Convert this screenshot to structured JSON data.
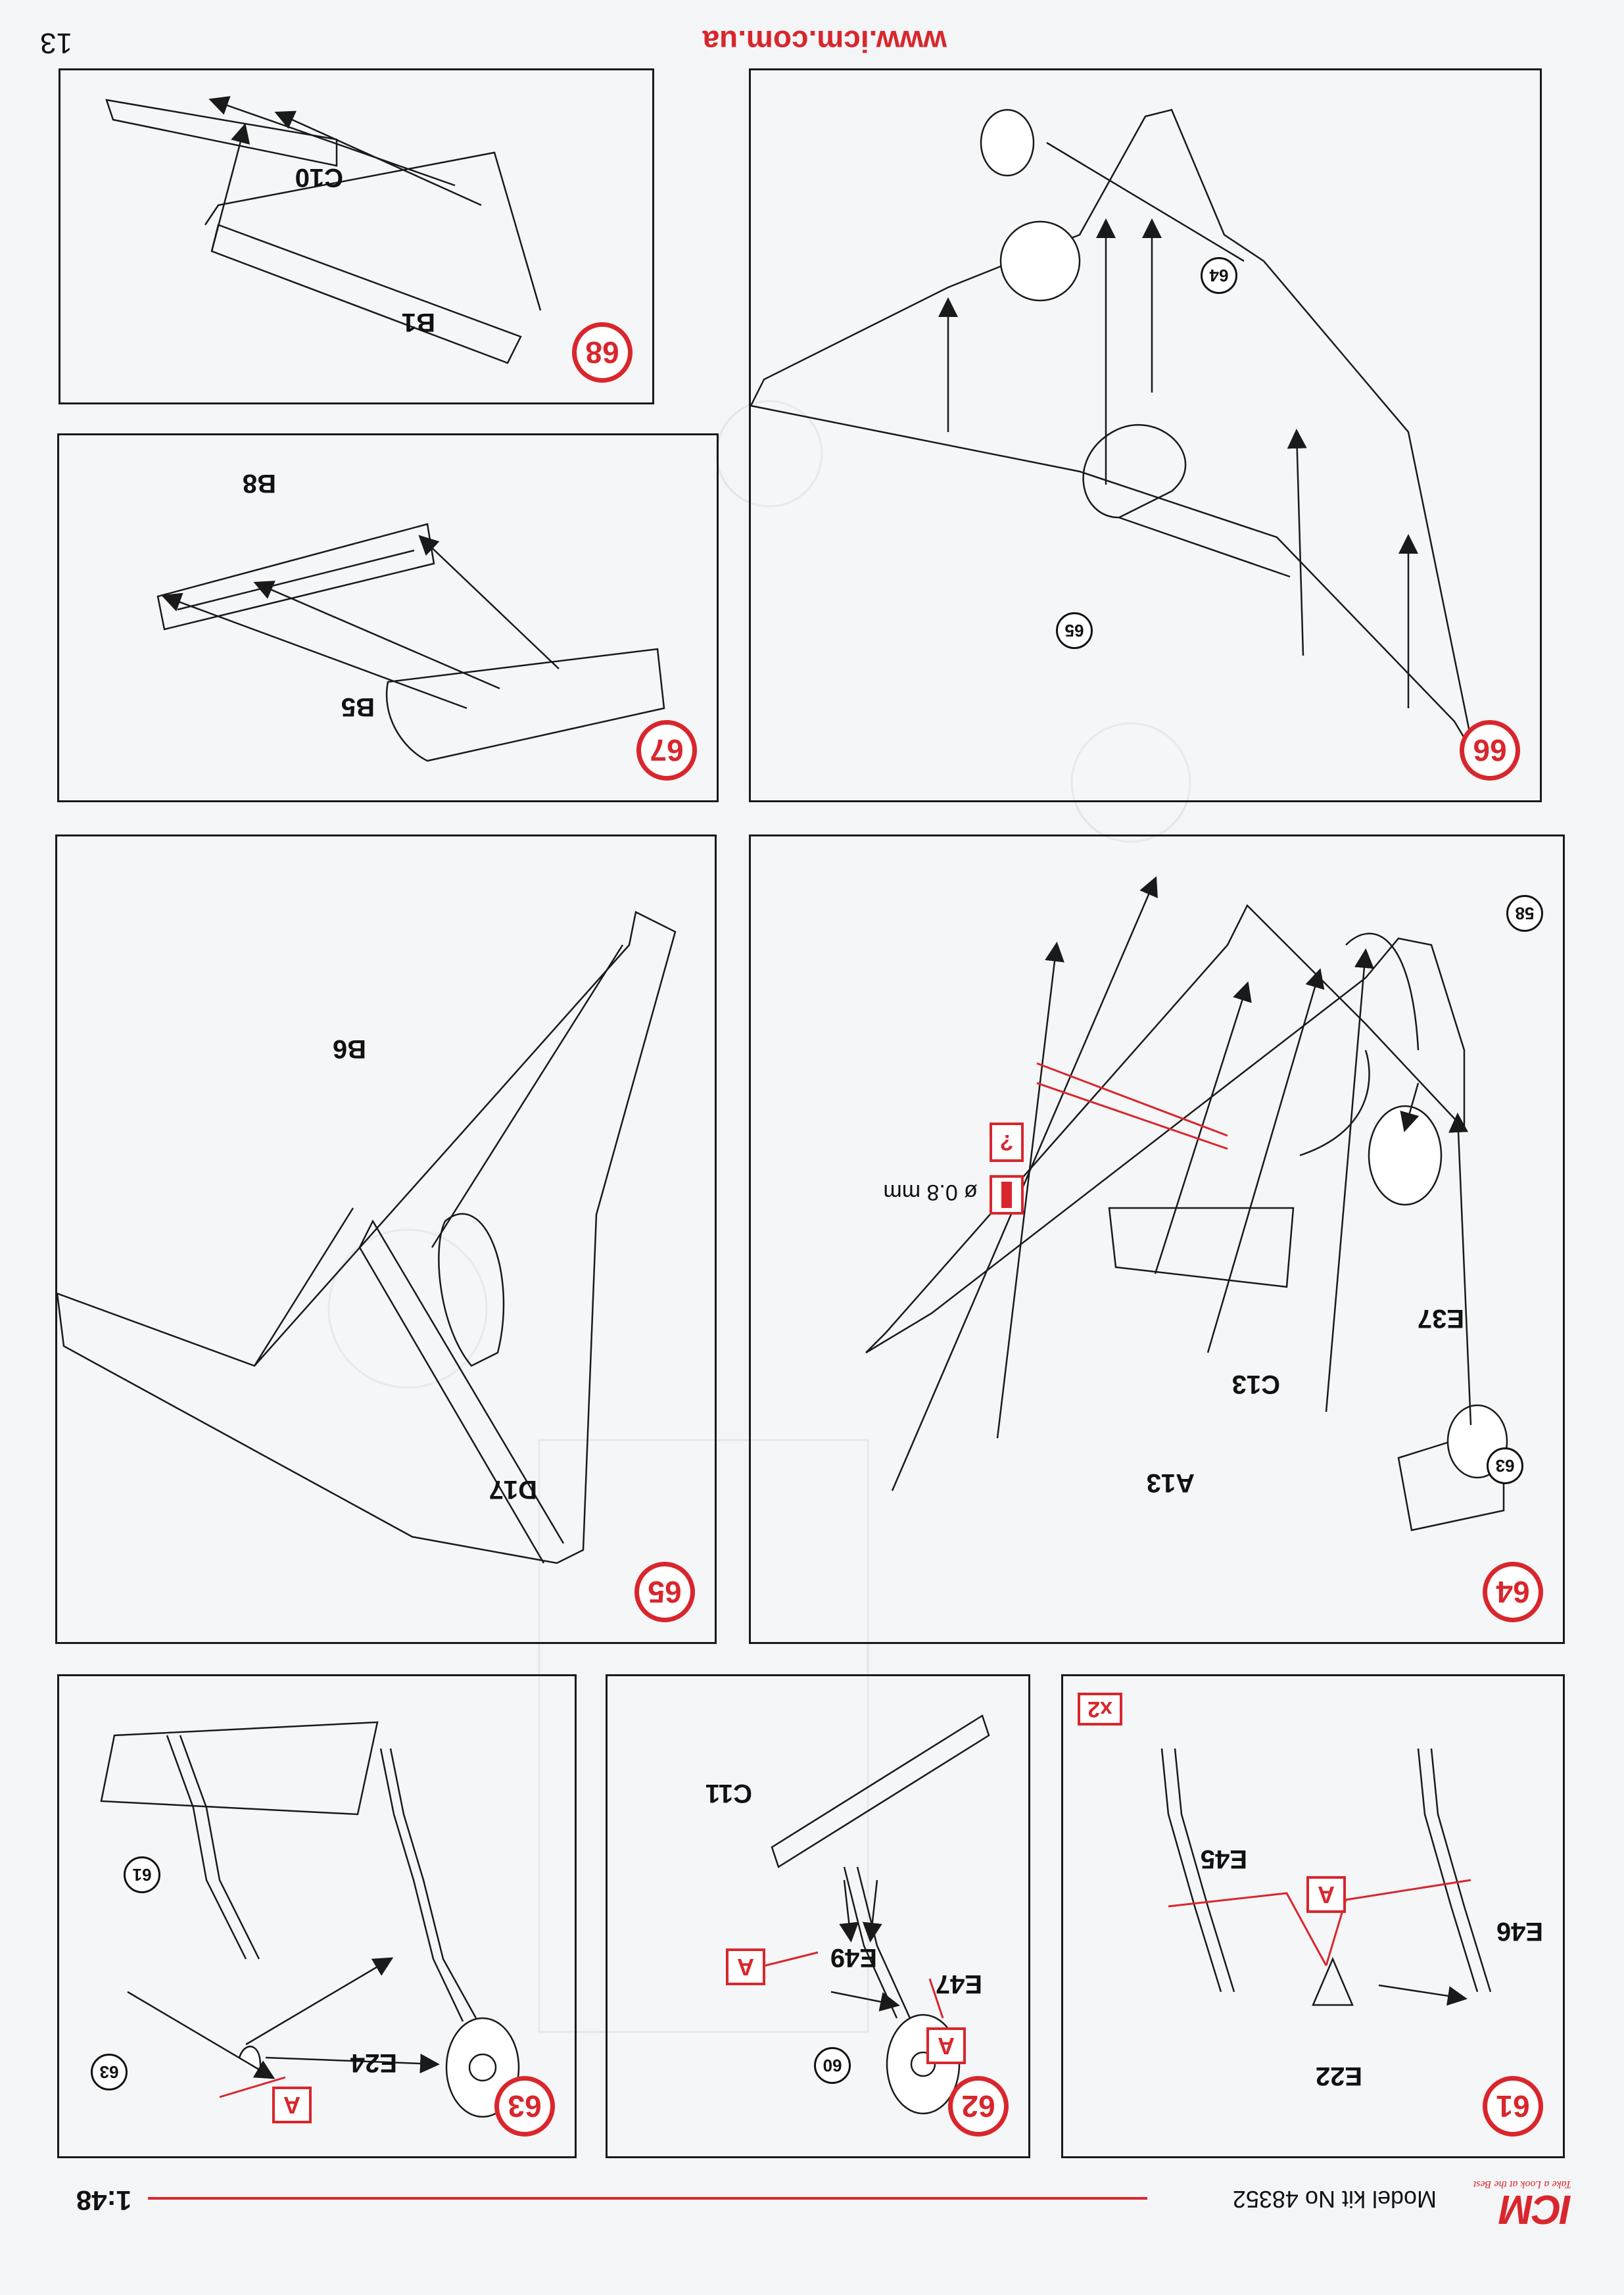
{
  "header": {
    "scale": "1:48",
    "kit_label": "Model kit No 48352",
    "brand": "ICM",
    "brand_tagline": "Take a Look at the Best"
  },
  "footer": {
    "url": "www.icm.com.ua",
    "page_number": "13"
  },
  "colors": {
    "accent": "#d9262c",
    "line": "#1a1a1a",
    "paper": "#f4f5f7"
  },
  "icons": [
    "glue-box-icon",
    "drill-hole-icon",
    "step-number-badge"
  ],
  "steps": {
    "s61": {
      "number": "61",
      "parts": [
        "E22",
        "E46",
        "E45"
      ],
      "glue": "A",
      "quantity": "x2"
    },
    "s62": {
      "number": "62",
      "parts": [
        "E47",
        "E49",
        "C11"
      ],
      "glue": "A",
      "ref": "60"
    },
    "s63": {
      "number": "63",
      "parts": [
        "E24"
      ],
      "glue": "A",
      "refs": [
        "63",
        "61"
      ]
    },
    "s64": {
      "number": "64",
      "parts": [
        "A13",
        "C13",
        "E37"
      ],
      "refs": [
        "63",
        "58"
      ],
      "drill_mark": "?",
      "drill_size": "ø 0.8 mm"
    },
    "s65": {
      "number": "65",
      "parts": [
        "D17",
        "B6"
      ]
    },
    "s66": {
      "number": "66",
      "refs": [
        "65",
        "64"
      ]
    },
    "s67": {
      "number": "67",
      "parts": [
        "B5",
        "B8"
      ]
    },
    "s68": {
      "number": "68",
      "parts": [
        "B1",
        "C10"
      ]
    }
  }
}
